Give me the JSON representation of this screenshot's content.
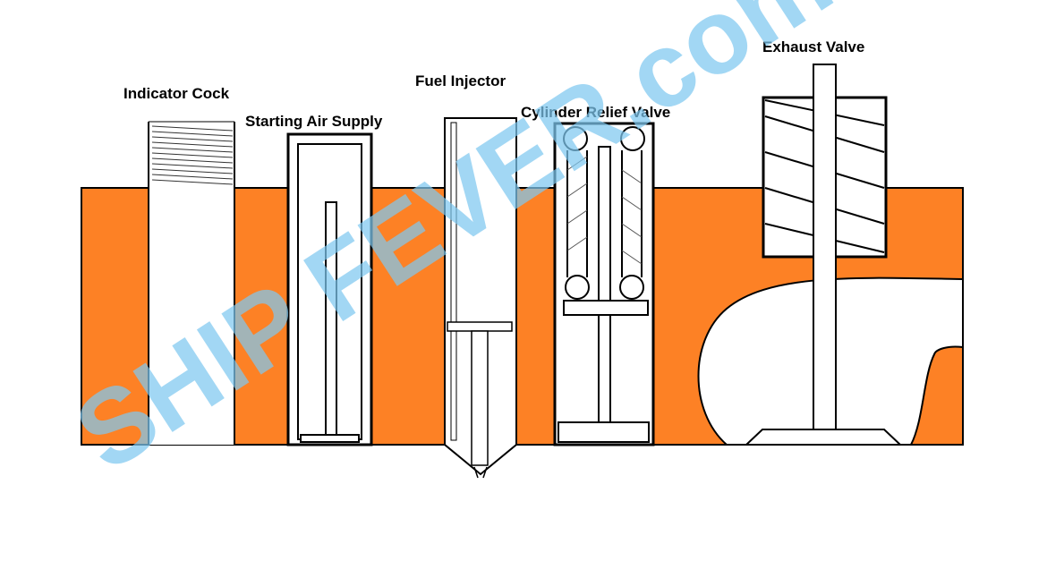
{
  "labels": {
    "indicator_cock": "Indicator Cock",
    "starting_air_supply": "Starting Air Supply",
    "fuel_injector": "Fuel Injector",
    "cylinder_relief_valve": "Cylinder Relief Valve",
    "exhaust_valve": "Exhaust Valve"
  },
  "watermark": "SHIP FEVER.com",
  "colors": {
    "cylinder_head": "#fd8125",
    "outline": "#000000",
    "watermark": "#7ec8f0"
  }
}
